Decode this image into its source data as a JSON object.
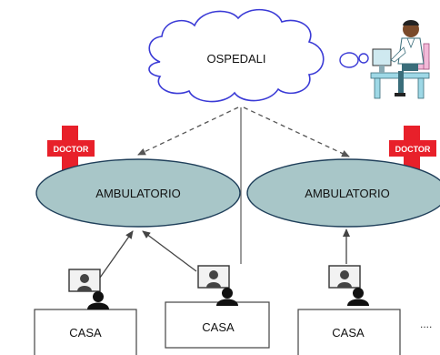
{
  "hospital": {
    "label": "OSPEDALI"
  },
  "clinics": [
    {
      "label": "AMBULATORIO"
    },
    {
      "label": "AMBULATORIO"
    }
  ],
  "homes": [
    {
      "label": "CASA"
    },
    {
      "label": "CASA"
    },
    {
      "label": "CASA"
    }
  ],
  "doctor_badge": {
    "label": "DOCTOR"
  },
  "more_indicator": "....",
  "colors": {
    "cloud_stroke": "#3b3bd6",
    "clinic_fill": "#a8c6c8",
    "clinic_stroke": "#1f3f5a",
    "cross": "#e8202a",
    "line": "#444444"
  },
  "icons": [
    "cloud-shape",
    "doctor-at-computer-icon",
    "doctor-cross-icon",
    "videocall-user-icon"
  ]
}
